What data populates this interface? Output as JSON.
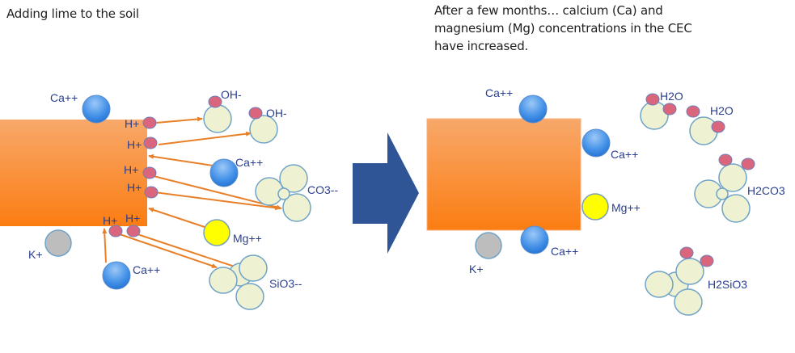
{
  "left_panel": {
    "caption": "Adding lime to the soil",
    "labels": {
      "ca_top": "Ca++",
      "h_plus": "H+",
      "oh1": "OH-",
      "oh2": "OH-",
      "ca_mid": "Ca++",
      "co3": "CO3--",
      "mg": "Mg++",
      "k": "K+",
      "ca_bottom": "Ca++",
      "sio3": "SiO3--"
    }
  },
  "right_panel": {
    "caption": "After a few months… calcium (Ca) and magnesium (Mg) concentrations in the CEC have increased.",
    "labels": {
      "ca_top": "Ca++",
      "ca_right": "Ca++",
      "mg": "Mg++",
      "ca_bottom": "Ca++",
      "k": "K+",
      "h2o1": "H2O",
      "h2o2": "H2O",
      "h2co3": "H2CO3",
      "h2sio3": "H2SiO3"
    }
  },
  "colors": {
    "soil_particle_top": "#f8a86a",
    "soil_particle_bottom": "#fb7d12",
    "calcium": "#3d8ee6",
    "magnesium": "#ffff00",
    "potassium": "#bdbdbd",
    "hydrogen": "#d9667c",
    "anion_body": "#eef2d2",
    "arrow": "#e8802a",
    "big_arrow": "#2f5597",
    "label_text": "#2a3f8f"
  }
}
